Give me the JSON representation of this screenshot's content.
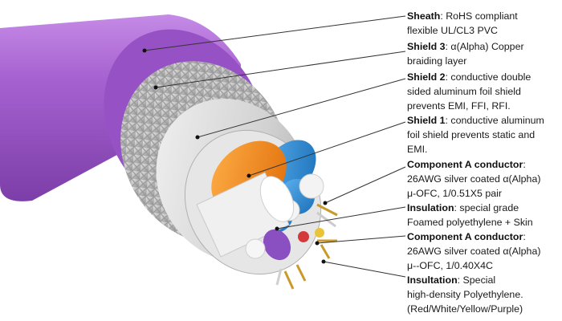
{
  "labels": [
    {
      "name": "Sheath",
      "lines": [
        "RoHS compliant",
        "flexible UL/CL3 PVC"
      ]
    },
    {
      "name": "Shield 3",
      "lines": [
        "α(Alpha) Copper",
        "braiding layer"
      ]
    },
    {
      "name": "Shield 2",
      "lines": [
        "conductive double",
        "sided aluminum foil shield",
        "prevents EMI, FFI, RFI."
      ]
    },
    {
      "name": "Shield 1",
      "lines": [
        "conductive aluminum",
        "foil shield prevents static and",
        "EMI."
      ]
    },
    {
      "name": "Component A conductor",
      "lines": [
        "",
        "26AWG silver coated α(Alpha)",
        "μ-OFC, 1/0.51X5 pair"
      ]
    },
    {
      "name": "Insulation",
      "lines": [
        "special grade",
        "Foamed polyethylene + Skin"
      ]
    },
    {
      "name": "Component A conductor",
      "lines": [
        "",
        "26AWG silver coated α(Alpha)",
        "μ--OFC, 1/0.40X4C"
      ]
    },
    {
      "name": "Insultation",
      "lines": [
        "Special",
        "high-density Polyethylene.",
        "(Red/White/Yellow/Purple)"
      ]
    }
  ],
  "colors": {
    "sheath": "#a35ecf",
    "braid": "#c8c8c8",
    "foil": "#dcdcdc",
    "orange": "#f08a1c",
    "blue": "#2f8fd8",
    "purple_core": "#8a4fc0",
    "white_core": "#f2f2f2",
    "gold": "#c89a2a"
  }
}
